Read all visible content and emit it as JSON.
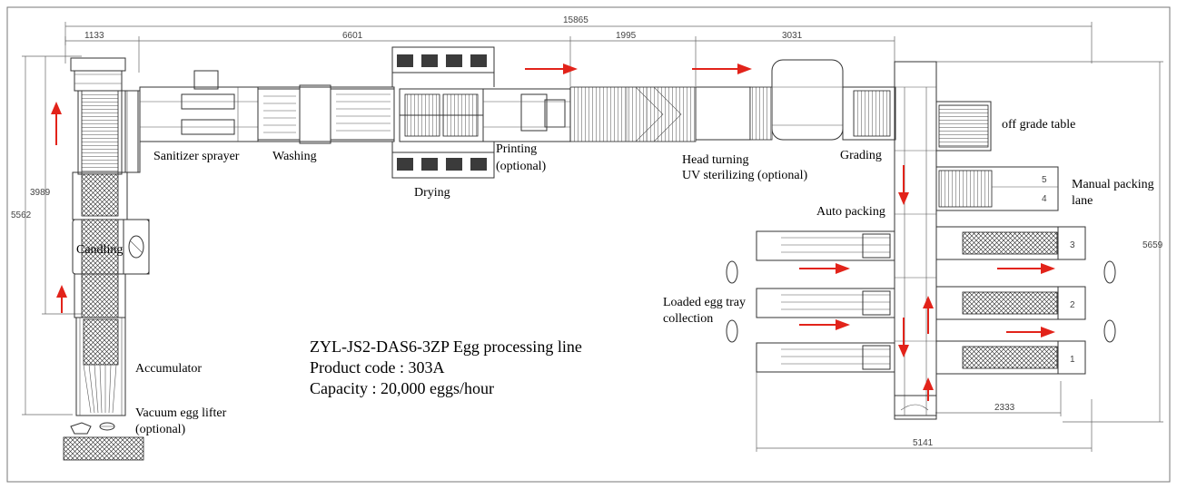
{
  "dimensions": {
    "total_length": "15865",
    "seg_1": "1133",
    "seg_2": "6601",
    "seg_3": "1995",
    "seg_4": "3031",
    "left_height_total": "5562",
    "left_height_partial": "3989",
    "right_height": "5659",
    "bottom_width": "5141",
    "bottom_partial": "2333"
  },
  "stations": {
    "sanitizer": "Sanitizer sprayer",
    "washing": "Washing",
    "drying": "Drying",
    "printing_line1": "Printing",
    "printing_line2": "(optional)",
    "head_turning": "Head turning",
    "uv": "UV sterilizing (optional)",
    "grading": "Grading",
    "off_grade": "off grade table",
    "manual_line1": "Manual packing",
    "manual_line2": "lane",
    "auto_packing": "Auto packing",
    "loaded_line1": "Loaded egg tray",
    "loaded_line2": "collection",
    "candling": "Candling",
    "accumulator": "Accumulator",
    "lifter_line1": "Vacuum egg lifter",
    "lifter_line2": "(optional)"
  },
  "lane_numbers": [
    "5",
    "4",
    "3",
    "2",
    "1"
  ],
  "info": {
    "model": "ZYL-JS2-DAS6-3ZP Egg processing line",
    "product_code": "Product code : 303A",
    "capacity": "Capacity : 20,000 eggs/hour"
  },
  "colors": {
    "arrow": "#e2231a",
    "line": "#333333"
  }
}
